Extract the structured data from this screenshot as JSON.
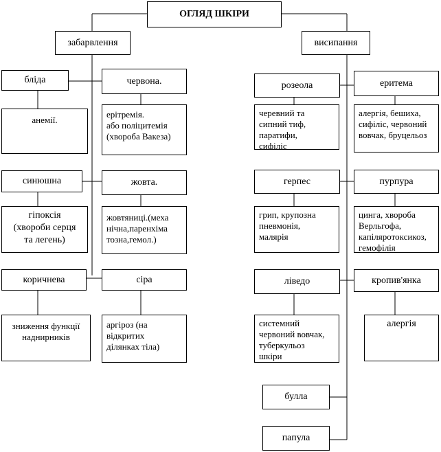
{
  "title": "ОГЛЯД ШКІРИ",
  "left": {
    "heading": "забарвлення",
    "rows": [
      {
        "a": {
          "label": "бліда",
          "desc": "анемії."
        },
        "b": {
          "label": "червона.",
          "desc": "ерітремія.\nабо поліцитемія\n(хвороба Вакеза)"
        }
      },
      {
        "a": {
          "label": "синюшна",
          "desc": "гіпоксія\n(хвороби серця\nта    легень)"
        },
        "b": {
          "label": "жовта.",
          "desc": "жовтяниці.(меха\nнічна,паренхіма\nтозна,гемол.)"
        }
      },
      {
        "a": {
          "label": "коричнева",
          "desc": "зниження функції\nнаднирників"
        },
        "b": {
          "label": "сіра",
          "desc": "аргіроз (на\nвідкритих\nділянках тіла)"
        }
      }
    ]
  },
  "right": {
    "heading": "висипання",
    "rows": [
      {
        "a": {
          "label": "розеола",
          "desc": "черевний та\nсипний тиф,\nпаратифи,\nсифіліс"
        },
        "b": {
          "label": "еритема",
          "desc": "алергія, бешиха,\nсифіліс, червоний\nвовчак, бруцельоз"
        }
      },
      {
        "a": {
          "label": "герпес",
          "desc": "грип, крупозна\nпневмонія,\nмалярія"
        },
        "b": {
          "label": "пурпура",
          "desc": "цинга, хвороба\nВерльгофа,\nкапіляротоксикоз,\nгемофілія"
        }
      },
      {
        "a": {
          "label": "ліведо",
          "desc": "системний\nчервоний вовчак,\nтуберкульоз\nшкіри"
        },
        "b": {
          "label": "кропив'янка",
          "desc": "алергія"
        }
      }
    ],
    "extra": [
      "булла",
      "папула"
    ]
  }
}
